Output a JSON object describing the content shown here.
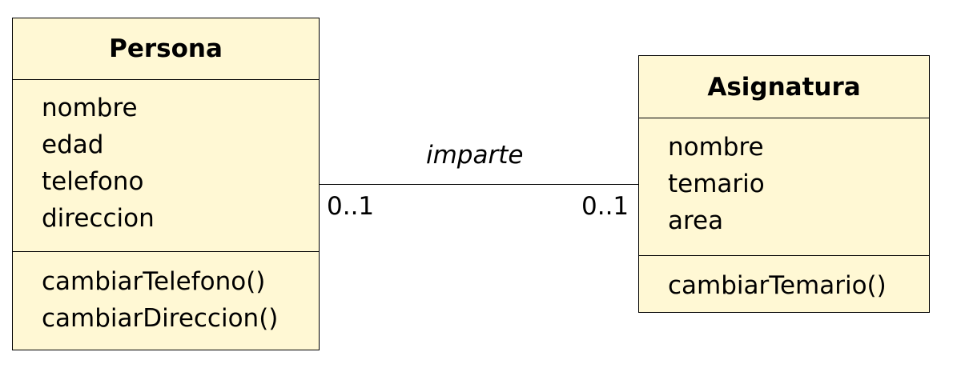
{
  "classes": [
    {
      "name": "Persona",
      "attributes": [
        "nombre",
        "edad",
        "telefono",
        "direccion"
      ],
      "operations": [
        "cambiarTelefono()",
        "cambiarDireccion()"
      ]
    },
    {
      "name": "Asignatura",
      "attributes": [
        "nombre",
        "temario",
        "area"
      ],
      "operations": [
        "cambiarTemario()"
      ]
    }
  ],
  "association": {
    "label": "imparte",
    "multiplicity_left": "0..1",
    "multiplicity_right": "0..1"
  },
  "colors": {
    "class_fill": "#fff8d4",
    "stroke": "#000000"
  }
}
